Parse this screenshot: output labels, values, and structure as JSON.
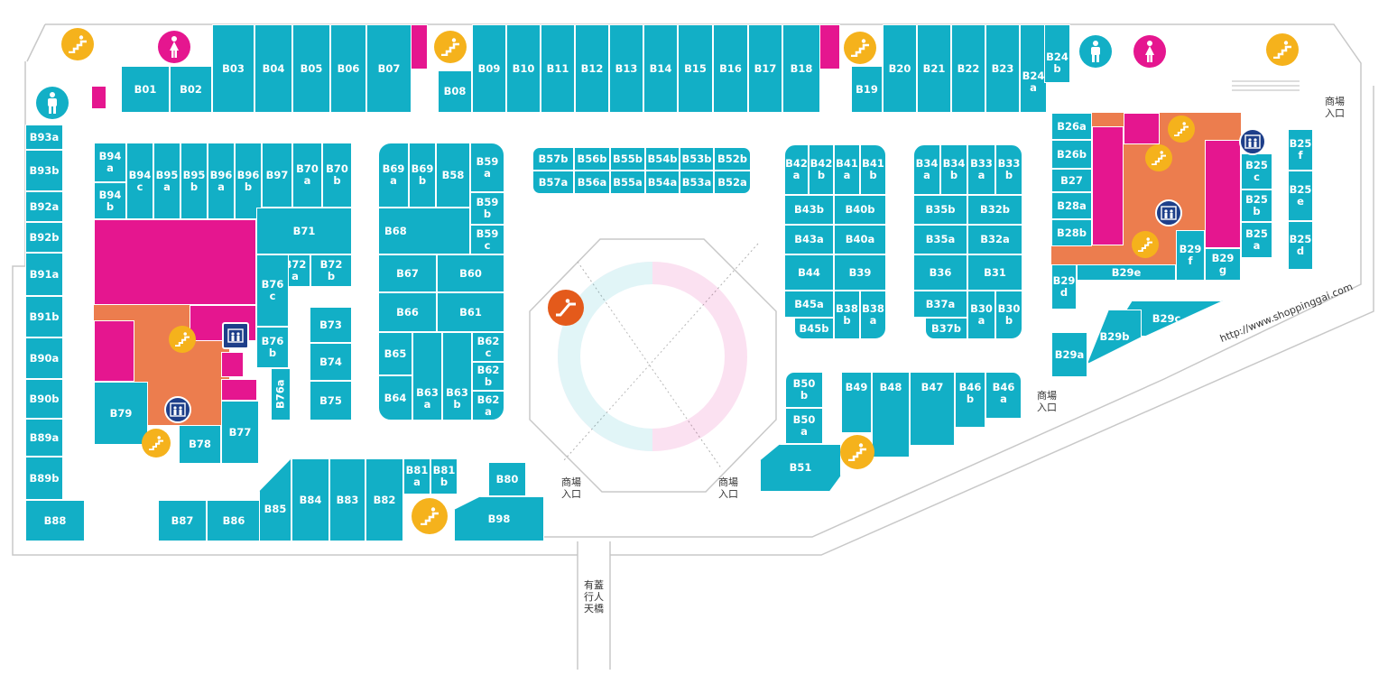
{
  "colors": {
    "shop": "#12afc6",
    "toilet": "#e5168f",
    "common": "#ec7d4e",
    "escalator": "#f5b21c",
    "lift": "#1e3f8a",
    "entrance_escalator": "#e45a1b"
  },
  "icons": [
    "escalator-icon",
    "male-toilet-icon",
    "female-toilet-icon",
    "lift-icon",
    "escalator-entrance-icon"
  ],
  "labels": {
    "entrance": "商場\n入口",
    "footbridge": "有蓋\n行人\n天橋",
    "website": "http://www.shoppinggai.com"
  },
  "shops": {
    "b01": "B01",
    "b02": "B02",
    "b03": "B03",
    "b04": "B04",
    "b05": "B05",
    "b06": "B06",
    "b07": "B07",
    "b08": "B08",
    "b09": "B09",
    "b10": "B10",
    "b11": "B11",
    "b12": "B12",
    "b13": "B13",
    "b14": "B14",
    "b15": "B15",
    "b16": "B16",
    "b17": "B17",
    "b18": "B18",
    "b19": "B19",
    "b20": "B20",
    "b21": "B21",
    "b22": "B22",
    "b23": "B23",
    "b24a": "B24\na",
    "b24b": "B24\nb",
    "b25a": "B25\na",
    "b25b": "B25\nb",
    "b25c": "B25\nc",
    "b25d": "B25\nd",
    "b25e": "B25\ne",
    "b25f": "B25\nf",
    "b26a": "B26a",
    "b26b": "B26b",
    "b27": "B27",
    "b28a": "B28a",
    "b28b": "B28b",
    "b29a": "B29a",
    "b29b": "B29b",
    "b29c": "B29c",
    "b29d": "B29\nd",
    "b29e": "B29e",
    "b29f": "B29\nf",
    "b29g": "B29\ng",
    "b30a": "B30\na",
    "b30b": "B30\nb",
    "b31": "B31",
    "b32a": "B32a",
    "b32b": "B32b",
    "b33a": "B33\na",
    "b33b": "B33\nb",
    "b34a": "B34\na",
    "b34b": "B34\nb",
    "b35a": "B35a",
    "b35b": "B35b",
    "b36": "B36",
    "b37a": "B37a",
    "b37b": "B37b",
    "b38a": "B38\na",
    "b38b": "B38\nb",
    "b39": "B39",
    "b40a": "B40a",
    "b40b": "B40b",
    "b41a": "B41\na",
    "b41b": "B41\nb",
    "b42a": "B42\na",
    "b42b": "B42\nb",
    "b43a": "B43a",
    "b43b": "B43b",
    "b44": "B44",
    "b45a": "B45a",
    "b45b": "B45b",
    "b46a": "B46\na",
    "b46b": "B46\nb",
    "b47": "B47",
    "b48": "B48",
    "b49": "B49",
    "b50a": "B50\na",
    "b50b": "B50\nb",
    "b51": "B51",
    "b52a": "B52a",
    "b52b": "B52b",
    "b53a": "B53a",
    "b53b": "B53b",
    "b54a": "B54a",
    "b54b": "B54b",
    "b55a": "B55a",
    "b55b": "B55b",
    "b56a": "B56a",
    "b56b": "B56b",
    "b57a": "B57a",
    "b57b": "B57b",
    "b58": "B58",
    "b59a": "B59\na",
    "b59b": "B59\nb",
    "b59c": "B59\nc",
    "b60": "B60",
    "b61": "B61",
    "b62a": "B62\na",
    "b62b": "B62\nb",
    "b62c": "B62\nc",
    "b63a": "B63\na",
    "b63b": "B63\nb",
    "b64": "B64",
    "b65": "B65",
    "b66": "B66",
    "b67": "B67",
    "b68": "B68",
    "b69a": "B69\na",
    "b69b": "B69\nb",
    "b70a": "B70\na",
    "b70b": "B70\nb",
    "b71": "B71",
    "b72a": "B72\na",
    "b72b": "B72\nb",
    "b73": "B73",
    "b74": "B74",
    "b75": "B75",
    "b76a": "B76a",
    "b76b": "B76\nb",
    "b76c": "B76\nc",
    "b77": "B77",
    "b78": "B78",
    "b79": "B79",
    "b80": "B80",
    "b81a": "B81\na",
    "b81b": "B81\nb",
    "b82": "B82",
    "b83": "B83",
    "b84": "B84",
    "b85": "B85",
    "b86": "B86",
    "b87": "B87",
    "b88": "B88",
    "b89a": "B89a",
    "b89b": "B89b",
    "b90a": "B90a",
    "b90b": "B90b",
    "b91a": "B91a",
    "b91b": "B91b",
    "b92a": "B92a",
    "b92b": "B92b",
    "b93a": "B93a",
    "b93b": "B93b",
    "b94a": "B94\na",
    "b94b": "B94\nb",
    "b94c": "B94\nc",
    "b95a": "B95\na",
    "b95b": "B95\nb",
    "b96a": "B96\na",
    "b96b": "B96\nb",
    "b97": "B97",
    "b98": "B98"
  }
}
